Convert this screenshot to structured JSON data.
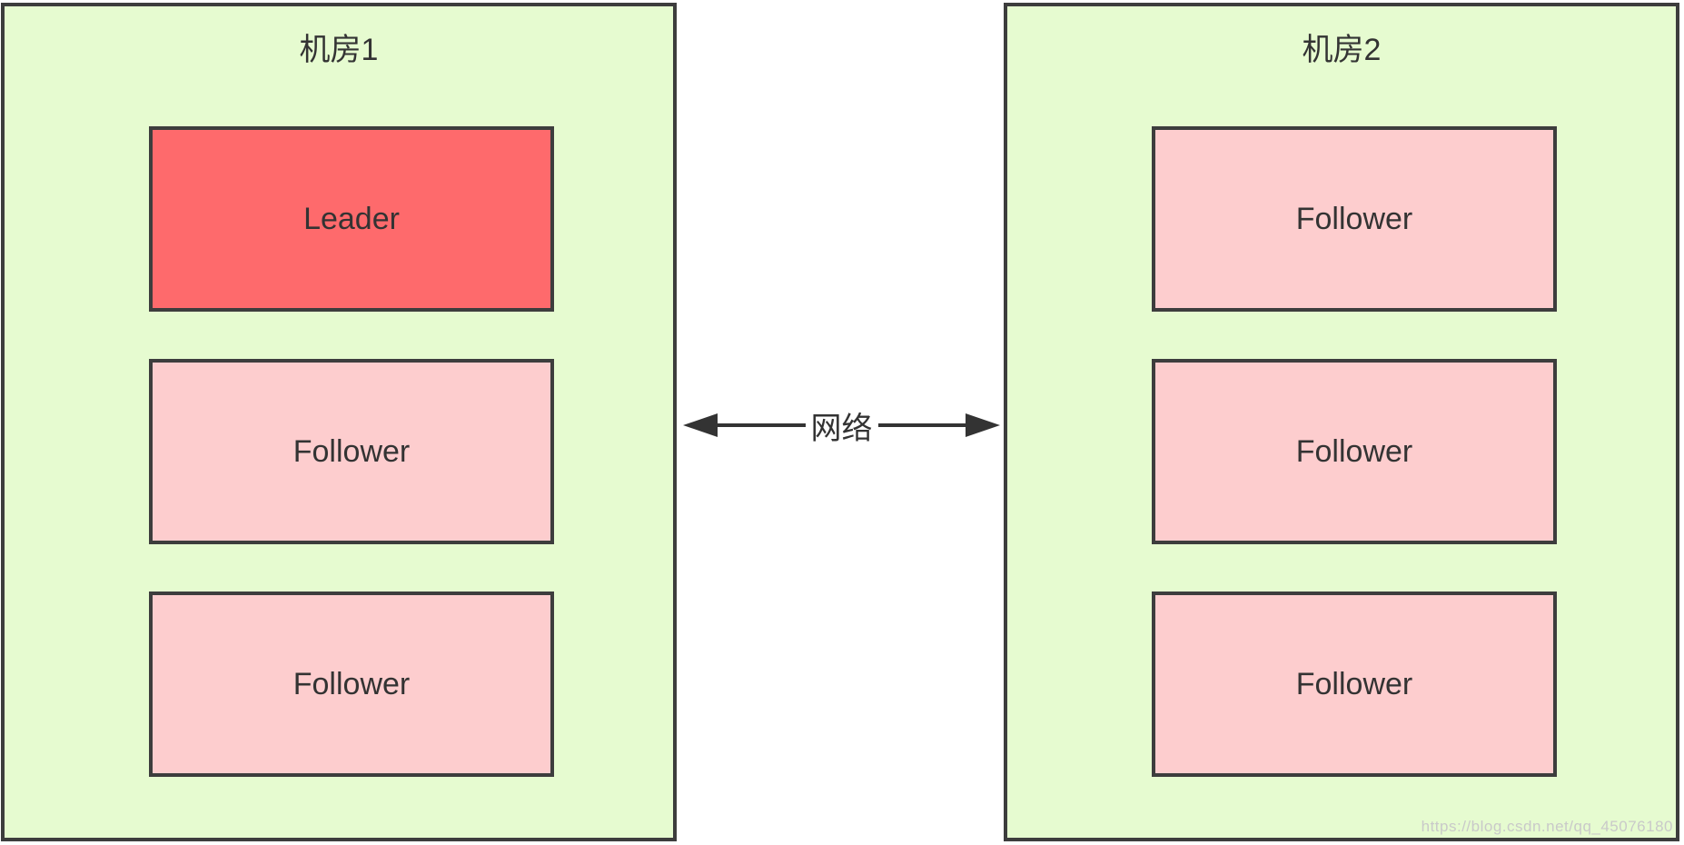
{
  "rooms": [
    {
      "title": "机房1",
      "nodes": [
        {
          "label": "Leader",
          "role": "leader"
        },
        {
          "label": "Follower",
          "role": "follower"
        },
        {
          "label": "Follower",
          "role": "follower"
        }
      ]
    },
    {
      "title": "机房2",
      "nodes": [
        {
          "label": "Follower",
          "role": "follower"
        },
        {
          "label": "Follower",
          "role": "follower"
        },
        {
          "label": "Follower",
          "role": "follower"
        }
      ]
    }
  ],
  "link": {
    "label": "网络",
    "direction": "bidirectional"
  },
  "watermark": "https://blog.csdn.net/qq_45076180",
  "colors": {
    "room_fill": "#e6fbd0",
    "leader_fill": "#fe6a6c",
    "follower_fill": "#fdcdce",
    "border": "#3d3d3d",
    "text": "#333333"
  }
}
